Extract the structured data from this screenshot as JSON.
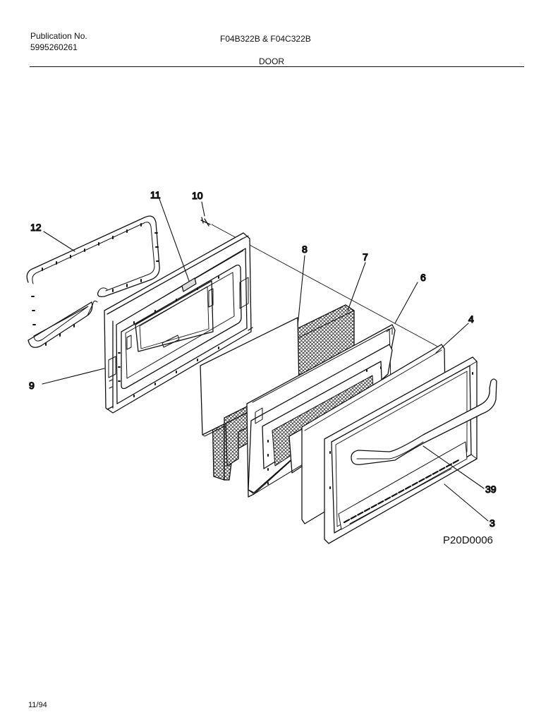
{
  "header": {
    "publication_label": "Publication No.",
    "publication_number": "5995260261",
    "model": "F04B322B & F04C322B",
    "section": "DOOR"
  },
  "callouts": {
    "c12": "12",
    "c11": "11",
    "c10": "10",
    "c8": "8",
    "c7": "7",
    "c6": "6",
    "c4": "4",
    "c9": "9",
    "c39": "39",
    "c3": "3"
  },
  "diagram_code": "P20D0006",
  "footer": {
    "date": "11/94"
  }
}
